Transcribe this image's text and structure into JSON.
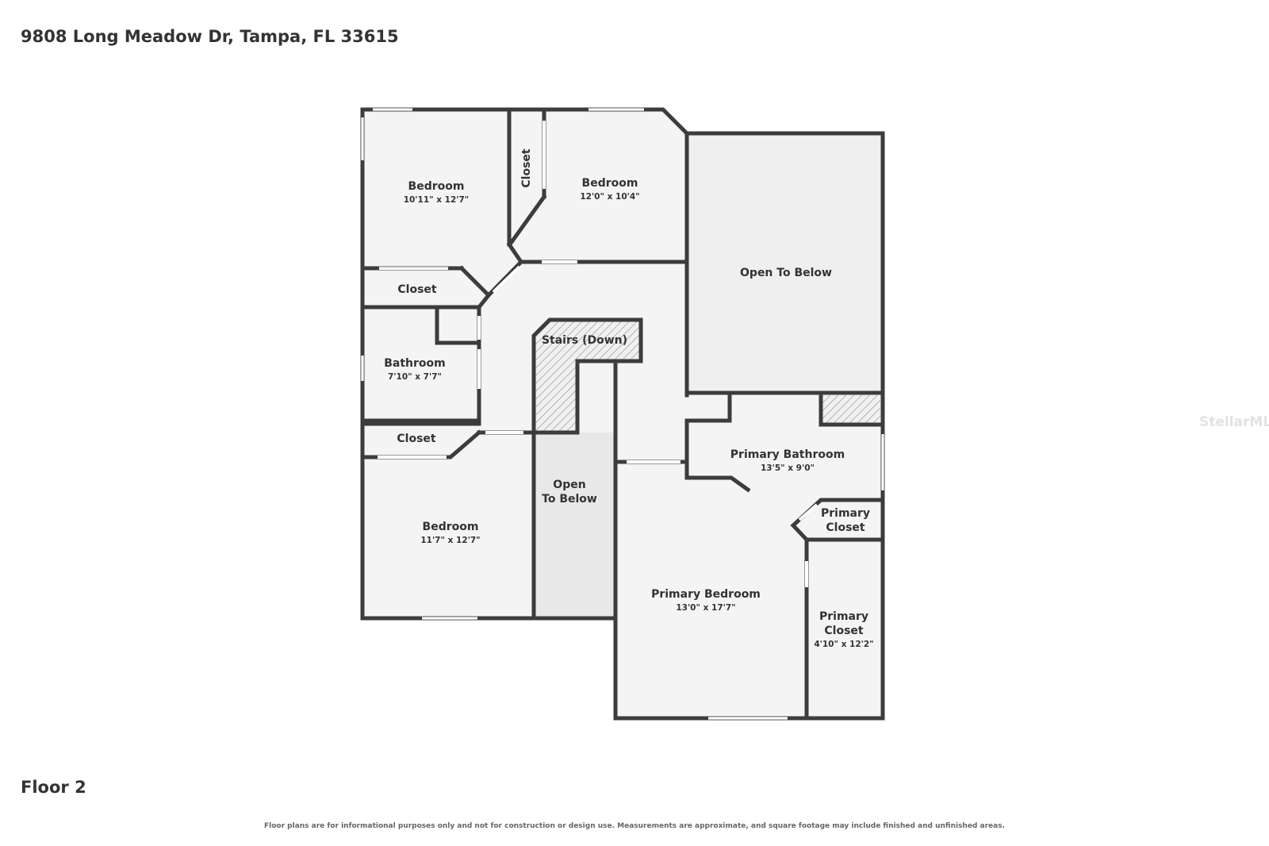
{
  "header": {
    "address": "9808 Long Meadow Dr, Tampa, FL 33615"
  },
  "footer": {
    "floor_label": "Floor 2",
    "disclaimer": "Floor plans are for informational purposes only and not for construction or design use. Measurements are approximate, and square footage may include finished and unfinished areas."
  },
  "watermark": "StellarMLS",
  "rooms": {
    "bedroom_nw": {
      "name": "Bedroom",
      "dims": "10'11\" x 12'7\""
    },
    "closet_vertical": {
      "name": "Closet"
    },
    "bedroom_n": {
      "name": "Bedroom",
      "dims": "12'0\" x 10'4\""
    },
    "open_to_below_large": {
      "name": "Open To Below"
    },
    "closet_upper": {
      "name": "Closet"
    },
    "bathroom": {
      "name": "Bathroom",
      "dims": "7'10\" x 7'7\""
    },
    "stairs": {
      "name": "Stairs (Down)"
    },
    "closet_lower": {
      "name": "Closet"
    },
    "bedroom_sw": {
      "name": "Bedroom",
      "dims": "11'7\" x 12'7\""
    },
    "open_to_below_small": {
      "line1": "Open",
      "line2": "To Below"
    },
    "primary_bathroom": {
      "name": "Primary Bathroom",
      "dims": "13'5\" x 9'0\""
    },
    "primary_closet_small": {
      "line1": "Primary",
      "line2": "Closet"
    },
    "primary_bedroom": {
      "name": "Primary Bedroom",
      "dims": "13'0\" x 17'7\""
    },
    "primary_closet_large": {
      "line1": "Primary",
      "line2": "Closet",
      "dims": "4'10\" x 12'2\""
    }
  },
  "colors": {
    "wall": "#3c3c3c",
    "floor_fill": "#f4f4f4",
    "open_to_below_fill": "#ececec",
    "hatch": "#9a9a9a"
  }
}
